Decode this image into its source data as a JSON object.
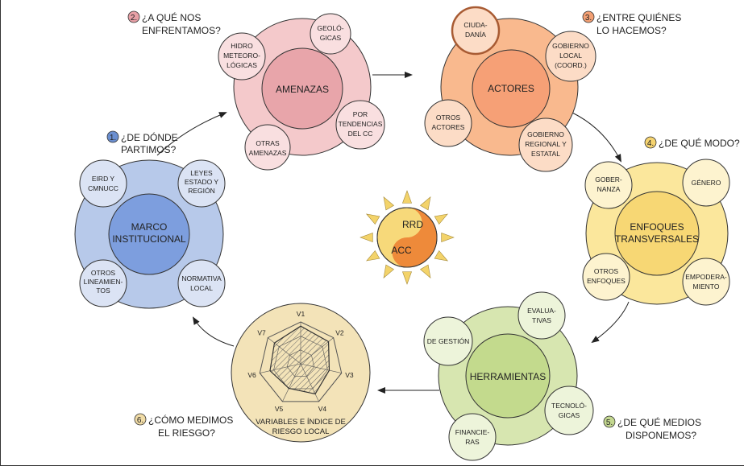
{
  "center": {
    "top_label": "RRD",
    "bottom_label": "ACC",
    "colors": {
      "orange": "#ee8a3a",
      "yellow": "#f7d97a",
      "ray": "#f3d36a"
    }
  },
  "questions": [
    {
      "num": "1.",
      "line1": "¿DE DÓNDE",
      "line2": "PARTIMOS?",
      "color": "#6b8fd0"
    },
    {
      "num": "2.",
      "line1": "¿A QUÉ NOS",
      "line2": "ENFRENTAMOS?",
      "color": "#e7a0a6"
    },
    {
      "num": "3.",
      "line1": "¿ENTRE QUIÉNES",
      "line2": "LO HACEMOS?",
      "color": "#f3a074"
    },
    {
      "num": "4.",
      "line1": "¿DE QUÉ MODO?",
      "line2": "",
      "color": "#f6d470"
    },
    {
      "num": "5.",
      "line1": "¿DE QUÉ MEDIOS",
      "line2": "DISPONEMOS?",
      "color": "#c4d890"
    },
    {
      "num": "6.",
      "line1": "¿CÓMO MEDIMOS",
      "line2": "EL RIESGO?",
      "color": "#f1dca6"
    }
  ],
  "marco": {
    "title1": "MARCO",
    "title2": "INSTITUCIONAL",
    "items": [
      {
        "lines": [
          "EIRD Y",
          "CMNUCC"
        ]
      },
      {
        "lines": [
          "LEYES",
          "ESTADO Y",
          "REGIÓN"
        ]
      },
      {
        "lines": [
          "OTROS",
          "LINEAMIEN-",
          "TOS"
        ]
      },
      {
        "lines": [
          "NORMATIVA",
          "LOCAL"
        ]
      }
    ],
    "colors": {
      "outer": "#b7c9ea",
      "inner": "#7d9ede",
      "small": "#dbe3f4"
    }
  },
  "amenazas": {
    "title": "AMENAZAS",
    "items": [
      {
        "lines": [
          "HIDRO",
          "METEORO-",
          "LÓGICAS"
        ]
      },
      {
        "lines": [
          "GEOLÓ-",
          "GICAS"
        ]
      },
      {
        "lines": [
          "OTRAS",
          "AMENAZAS"
        ]
      },
      {
        "lines": [
          "POR",
          "TENDENCIAS",
          "DEL CC"
        ]
      }
    ],
    "colors": {
      "outer": "#f4c9cb",
      "inner": "#e8a5aa",
      "small": "#f9dfe0"
    }
  },
  "actores": {
    "title": "ACTORES",
    "items": [
      {
        "lines": [
          "CIUDA-",
          "DANÍA"
        ]
      },
      {
        "lines": [
          "GOBIERNO",
          "LOCAL",
          "(COORD.)"
        ]
      },
      {
        "lines": [
          "OTROS",
          "ACTORES"
        ]
      },
      {
        "lines": [
          "GOBIERNO",
          "REGIONAL Y",
          "ESTATAL"
        ]
      }
    ],
    "colors": {
      "outer": "#f9b98e",
      "inner": "#f6a076",
      "small": "#fcdcc6"
    }
  },
  "enfoques": {
    "title1": "ENFOQUES",
    "title2": "TRANSVERSALES",
    "items": [
      {
        "lines": [
          "GOBER-",
          "NANZA"
        ]
      },
      {
        "lines": [
          "GÉNERO"
        ]
      },
      {
        "lines": [
          "OTROS",
          "ENFOQUES"
        ]
      },
      {
        "lines": [
          "EMPODERA-",
          "MIENTO"
        ]
      }
    ],
    "colors": {
      "outer": "#fbe79c",
      "inner": "#f7d774",
      "small": "#fdf3cf"
    }
  },
  "herramientas": {
    "title": "HERRAMIENTAS",
    "items": [
      {
        "lines": [
          "DE GESTIÓN"
        ]
      },
      {
        "lines": [
          "EVALUA-",
          "TIVAS"
        ]
      },
      {
        "lines": [
          "FINANCIE-",
          "RAS"
        ]
      },
      {
        "lines": [
          "TECNOLÓ-",
          "GICAS"
        ]
      }
    ],
    "colors": {
      "outer": "#d7e6b0",
      "inner": "#c3da8d",
      "small": "#edf4da"
    }
  },
  "riesgo": {
    "axes": [
      "V1",
      "V2",
      "V3",
      "V4",
      "V5",
      "V6",
      "V7"
    ],
    "values": [
      0.9,
      0.85,
      0.7,
      0.8,
      0.65,
      0.75,
      0.8
    ],
    "caption1": "VARIABLES E ÍNDICE DE",
    "caption2": "RIESGO LOCAL",
    "colors": {
      "outer": "#f3e3b8",
      "web": "#555555"
    }
  }
}
